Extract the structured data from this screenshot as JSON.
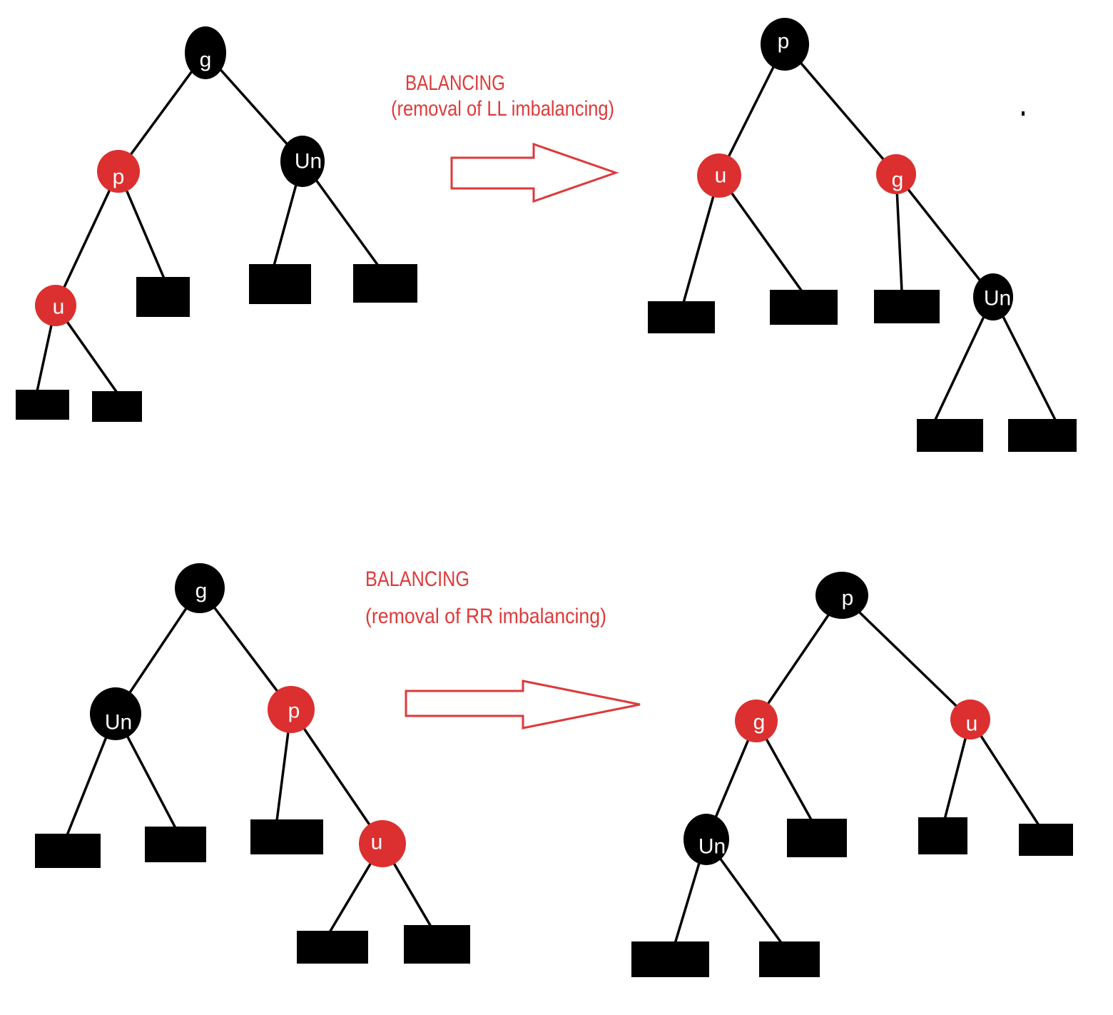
{
  "colors": {
    "red": "#dc2f2f",
    "black": "#000000",
    "accent": "#dd3a3a"
  },
  "captions": {
    "ll_title": "BALANCING",
    "ll_subtitle": "(removal of LL imbalancing)",
    "rr_title": "BALANCING",
    "rr_subtitle": "(removal of RR imbalancing)"
  },
  "trees": {
    "ll_before": {
      "g": "g",
      "p": "p",
      "un": "Un",
      "u": "u"
    },
    "ll_after": {
      "p": "p",
      "u": "u",
      "g": "g",
      "un": "Un"
    },
    "rr_before": {
      "g": "g",
      "un": "Un",
      "p": "p",
      "u": "u"
    },
    "rr_after": {
      "p": "p",
      "g": "g",
      "u": "u",
      "un": "Un"
    }
  }
}
